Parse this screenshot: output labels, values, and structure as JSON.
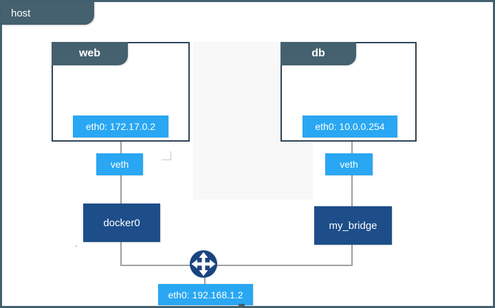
{
  "host": {
    "label": "host",
    "interface_label": "eth0: 192.168.1.2"
  },
  "containers": {
    "web": {
      "title": "web",
      "interface": "eth0: 172.17.0.2",
      "veth_label": "veth",
      "bridge_label": "docker0"
    },
    "db": {
      "title": "db",
      "interface": "eth0: 10.0.0.254",
      "veth_label": "veth",
      "bridge_label": "my_bridge"
    }
  },
  "icons": {
    "router": "router-cross-arrows-icon"
  },
  "colors": {
    "slate_tab": "#45606E",
    "box_border": "#2D4254",
    "bright_blue": "#29A7F2",
    "navy": "#1D4E89",
    "router_navy": "#1A4581",
    "connector_gray": "#9E9E9E",
    "ghost_rect": "#F8F8F9",
    "text_white": "#FFFFFF"
  }
}
